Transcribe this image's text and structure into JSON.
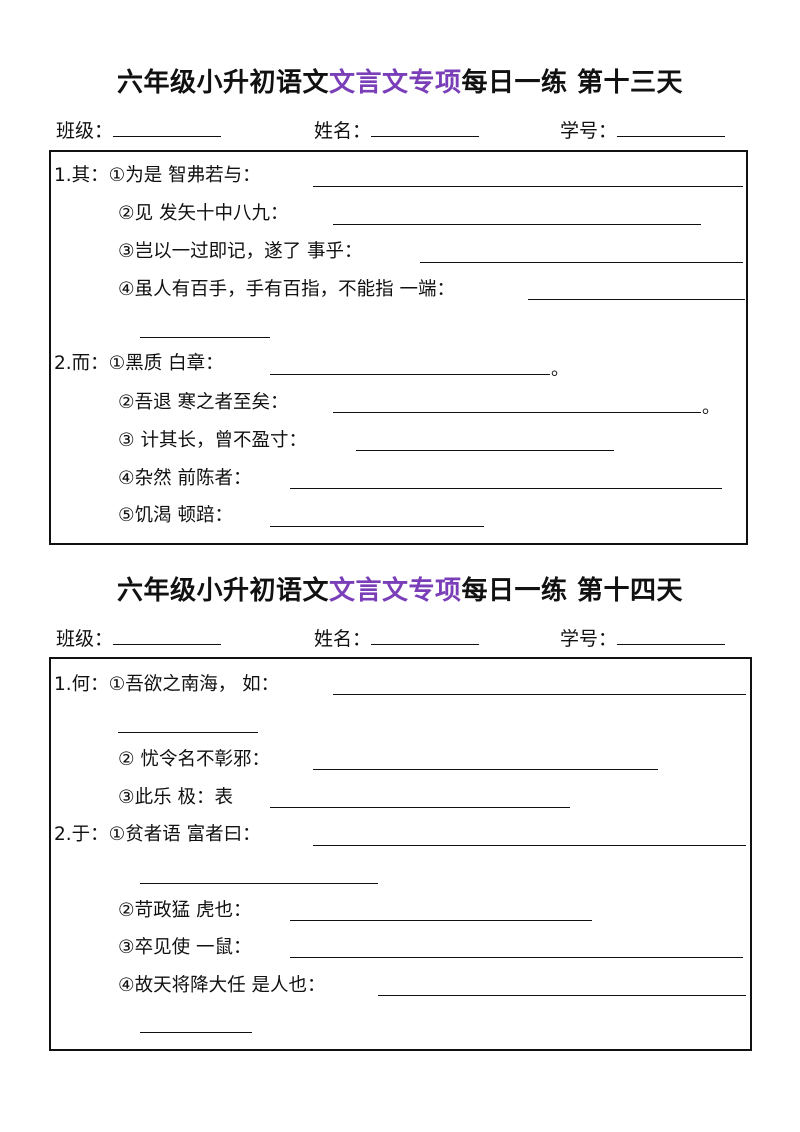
{
  "sections": [
    {
      "title_pre": "六年级小升初语文",
      "title_hl": "文言文专项",
      "title_post": "每日一练  第十三天",
      "class_label": "班级：",
      "name_label": "姓名：",
      "id_label": "学号：",
      "items": [
        {
          "num": "1.其：",
          "text": "①为是   智弗若与："
        },
        {
          "text": "②见   发矢十中八九："
        },
        {
          "text": "③岂以一过即记，遂了   事乎："
        },
        {
          "text": "④虽人有百手，手有百指，不能指   一端："
        },
        {
          "num": "2.而：",
          "text": "①黑质   白章：",
          "tail": "。"
        },
        {
          "text": "②吾退   寒之者至矣：",
          "tail": "。"
        },
        {
          "text": "③   计其长，曾不盈寸："
        },
        {
          "text": "④杂然   前陈者："
        },
        {
          "text": "⑤饥渴   顿踣："
        }
      ]
    },
    {
      "title_pre": "六年级小升初语文",
      "title_hl": "文言文专项",
      "title_post": "每日一练  第十四天",
      "class_label": "班级：",
      "name_label": "姓名：",
      "id_label": "学号：",
      "items": [
        {
          "num": "1.何：",
          "text": "①吾欲之南海，   如："
        },
        {
          "text": "②   忧令名不彰邪："
        },
        {
          "text": "③此乐   极：表"
        },
        {
          "num": "2.于：",
          "text": "①贫者语   富者曰："
        },
        {
          "text": "②苛政猛   虎也："
        },
        {
          "text": "③卒见使   一鼠："
        },
        {
          "text": "④故天将降大任   是人也："
        }
      ]
    }
  ]
}
